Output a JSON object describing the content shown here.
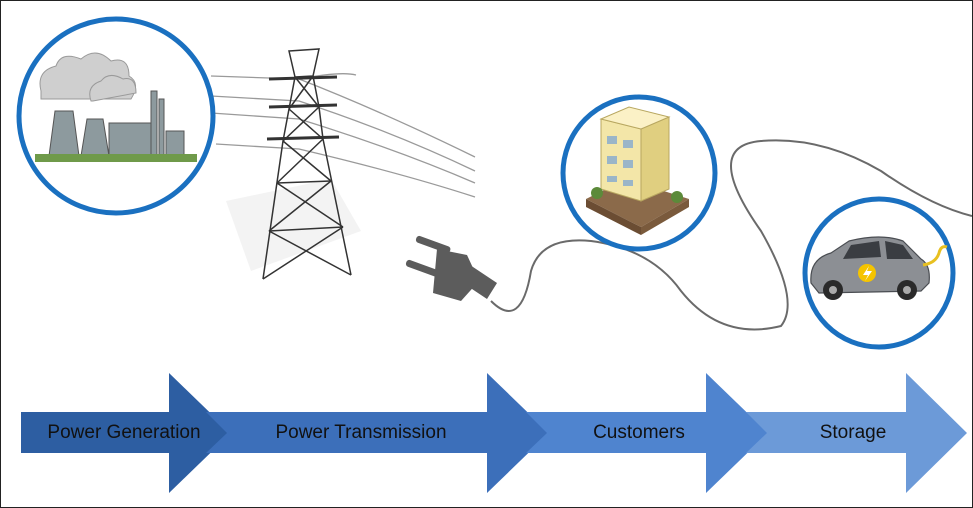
{
  "stages": [
    {
      "label": "Power Generation",
      "color": "#2d5ea2"
    },
    {
      "label": "Power Transmission",
      "color": "#3c6fba"
    },
    {
      "label": "Customers",
      "color": "#4f84cf"
    },
    {
      "label": "Storage",
      "color": "#6c9ad8"
    }
  ],
  "accent_color": "#1a70c0",
  "icons": {
    "generation": "power-plant-icon",
    "transmission": "transmission-tower-icon",
    "plug": "electric-plug-icon",
    "customers": "building-icon",
    "storage": "electric-car-icon"
  }
}
